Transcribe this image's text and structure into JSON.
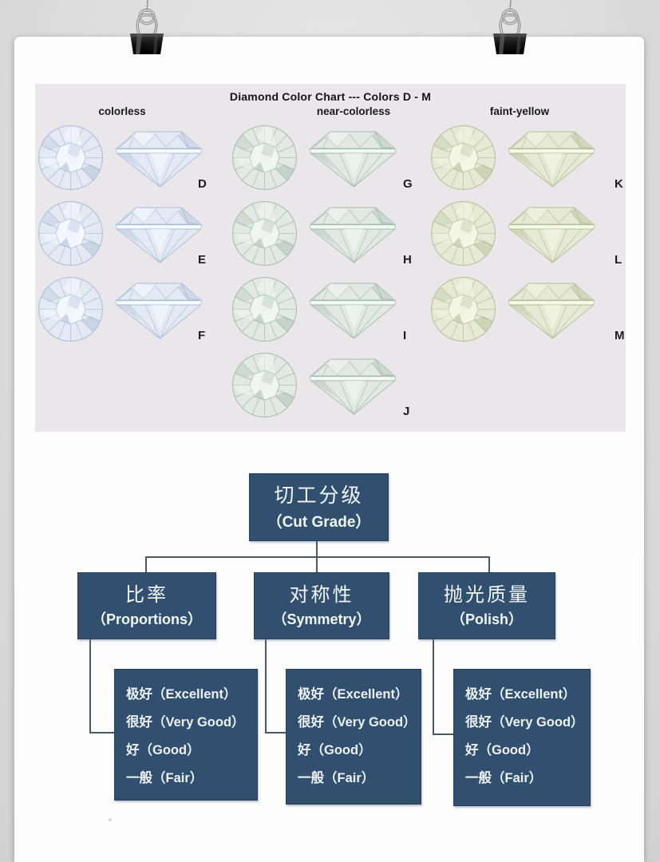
{
  "color_chart": {
    "title": "Diamond Color Chart --- Colors D - M",
    "groups": [
      {
        "label": "colorless",
        "letters": [
          "D",
          "E",
          "F"
        ]
      },
      {
        "label": "near-colorless",
        "letters": [
          "G",
          "H",
          "I",
          "J"
        ]
      },
      {
        "label": "faint-yellow",
        "letters": [
          "K",
          "L",
          "M"
        ]
      }
    ]
  },
  "flowchart": {
    "root": {
      "zh": "切工分级",
      "en": "（Cut Grade）"
    },
    "branches": [
      {
        "zh": "比率",
        "en": "（Proportions）"
      },
      {
        "zh": "对称性",
        "en": "（Symmetry）"
      },
      {
        "zh": "抛光质量",
        "en": "（Polish）"
      }
    ],
    "grades": [
      "极好（Excellent）",
      "很好（Very Good）",
      "好（Good）",
      "一般（Fair）"
    ]
  },
  "colors": {
    "box_navy": "#31506f",
    "connector": "#47586b",
    "panel_bg": "#eae7ea",
    "paper": "#fdfdfe",
    "page_bg": "#dddddd",
    "tint_colorless": "#e4eaf4",
    "tint_near_colorless": "#e2e8e3",
    "tint_faint_yellow": "#e6e9d4"
  }
}
